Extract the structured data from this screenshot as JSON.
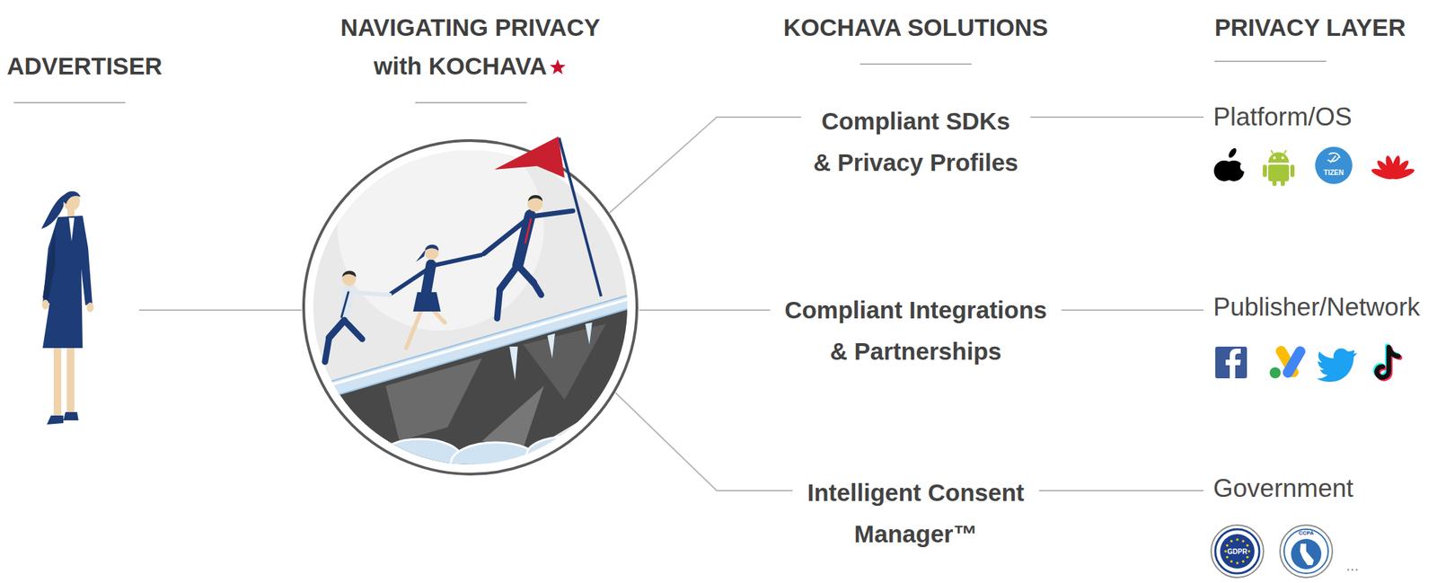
{
  "diagram": {
    "nodes": [
      {
        "text": [
          "ADVERTISER"
        ]
      },
      {
        "text": [
          "NAVIGATING PRIVACY with KOCHAVA"
        ]
      },
      {
        "text": [
          "Compliant SDKs & Privacy Profiles"
        ]
      },
      {
        "text": [
          "Compliant Integrations & Partnerships"
        ]
      },
      {
        "text": [
          "Intelligent Consent Manager™"
        ]
      },
      {
        "text": [
          "Platform/OS"
        ]
      },
      {
        "text": [
          "Publisher/Network"
        ]
      },
      {
        "text": [
          "Government"
        ]
      }
    ],
    "edges": [
      {
        "from": 0,
        "to": 1,
        "arrow": "none"
      },
      {
        "from": 1,
        "to": 2,
        "arrow": "none"
      },
      {
        "from": 1,
        "to": 3,
        "arrow": "none"
      },
      {
        "from": 1,
        "to": 4,
        "arrow": "none"
      },
      {
        "from": 2,
        "to": 5,
        "arrow": "none"
      },
      {
        "from": 3,
        "to": 6,
        "arrow": "none"
      },
      {
        "from": 4,
        "to": 7,
        "arrow": "none"
      }
    ],
    "labels": [
      "KOCHAVA SOLUTIONS",
      "PRIVACY LAYER",
      "TIZEN",
      "GDPR",
      "CCPA",
      "..."
    ]
  }
}
